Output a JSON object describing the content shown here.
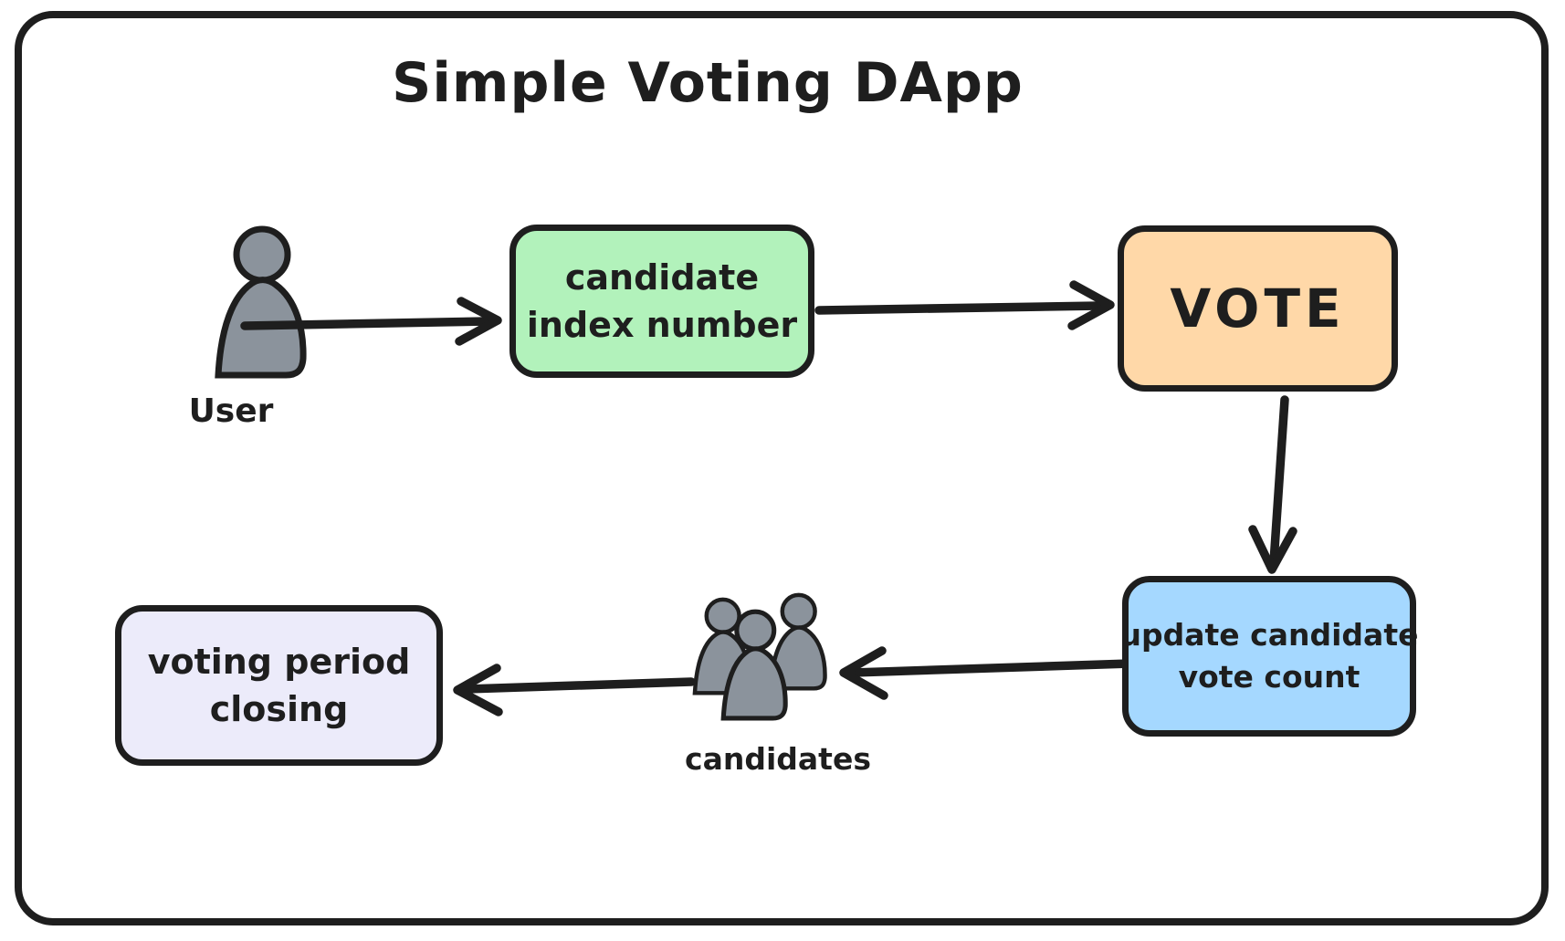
{
  "diagram": {
    "title": "Simple Voting DApp",
    "nodes": {
      "user": {
        "label": "User",
        "icon": "user-icon"
      },
      "candidate_index": {
        "line1": "candidate",
        "line2": "index number"
      },
      "vote": {
        "label": "VOTE"
      },
      "update_count": {
        "line1": "update candidate",
        "line2": "vote count"
      },
      "candidates": {
        "label": "candidates",
        "icon": "candidates-group-icon"
      },
      "voting_period": {
        "line1": "voting period",
        "line2": "closing"
      }
    },
    "flow": [
      "User -> candidate index number",
      "candidate index number -> VOTE",
      "VOTE -> update candidate vote count",
      "update candidate vote count -> candidates",
      "candidates -> voting period closing"
    ],
    "colors": {
      "stroke": "#1e1e1e",
      "green": "#b2f2bb",
      "orange": "#ffd8a8",
      "blue": "#a5d8ff",
      "lavender": "#ecebfa",
      "figure_gray": "#8b939c",
      "background": "#ffffff"
    }
  }
}
